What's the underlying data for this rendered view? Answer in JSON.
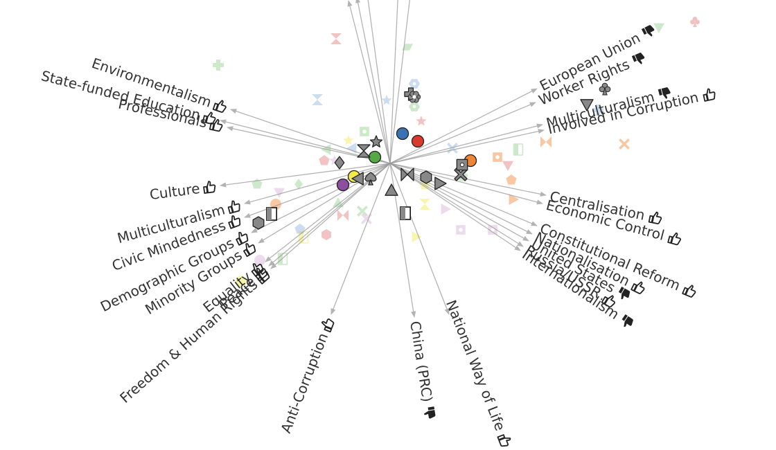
{
  "chart_data": {
    "type": "scatter",
    "title": "",
    "xlabel": "",
    "ylabel": "",
    "vectors": [
      {
        "label": "Environmentalism",
        "sentiment": "positive",
        "x": -2.3,
        "y": 0.78
      },
      {
        "label": "State-funded Education",
        "sentiment": "positive",
        "x": -2.45,
        "y": 0.62
      },
      {
        "label": "Professionals",
        "sentiment": "positive",
        "x": -2.35,
        "y": 0.52
      },
      {
        "label": "Culture",
        "sentiment": "positive",
        "x": -2.45,
        "y": -0.32
      },
      {
        "label": "Multiculturalism",
        "sentiment": "positive",
        "x": -2.1,
        "y": -0.58
      },
      {
        "label": "Civic Mindedness",
        "sentiment": "positive",
        "x": -2.1,
        "y": -0.78
      },
      {
        "label": "Demographic Groups",
        "sentiment": "positive",
        "x": -2.0,
        "y": -1.0
      },
      {
        "label": "Minority Groups",
        "sentiment": "positive",
        "x": -1.9,
        "y": -1.15
      },
      {
        "label": "Equality",
        "sentiment": "positive",
        "x": -1.8,
        "y": -1.42
      },
      {
        "label": "Peace",
        "sentiment": "positive",
        "x": -1.75,
        "y": -1.48
      },
      {
        "label": "Freedom & Human Rights",
        "sentiment": "positive",
        "x": -1.72,
        "y": -1.52
      },
      {
        "label": "Anti-Corruption",
        "sentiment": "positive",
        "x": -0.85,
        "y": -2.18
      },
      {
        "label": "China (PRC)",
        "sentiment": "negative",
        "x": 0.35,
        "y": -2.22
      },
      {
        "label": "National Way of Life",
        "sentiment": "positive",
        "x": 0.85,
        "y": -2.18
      },
      {
        "label": "European Union",
        "sentiment": "negative",
        "x": 2.12,
        "y": 1.08
      },
      {
        "label": "Worker Rights",
        "sentiment": "negative",
        "x": 2.1,
        "y": 0.88
      },
      {
        "label": "Multiculturalism",
        "sentiment": "negative",
        "x": 2.2,
        "y": 0.56
      },
      {
        "label": "Involved in Corruption",
        "sentiment": "positive",
        "x": 2.22,
        "y": 0.48
      },
      {
        "label": "Centralisation",
        "sentiment": "positive",
        "x": 2.25,
        "y": -0.46
      },
      {
        "label": "Economic Control",
        "sentiment": "positive",
        "x": 2.2,
        "y": -0.58
      },
      {
        "label": "Constitutional Reform",
        "sentiment": "positive",
        "x": 2.12,
        "y": -0.9
      },
      {
        "label": "Nationalisation",
        "sentiment": "positive",
        "x": 2.05,
        "y": -1.02
      },
      {
        "label": "United States",
        "sentiment": "negative",
        "x": 2.0,
        "y": -1.12
      },
      {
        "label": "Russia/USSR",
        "sentiment": "positive",
        "x": 1.92,
        "y": -1.2
      },
      {
        "label": "Internationalism",
        "sentiment": "negative",
        "x": 1.88,
        "y": -1.26
      },
      {
        "label": "",
        "sentiment": "",
        "x": -0.6,
        "y": 2.35
      },
      {
        "label": "",
        "sentiment": "",
        "x": -0.48,
        "y": 2.4
      },
      {
        "label": "",
        "sentiment": "",
        "x": -0.33,
        "y": 2.45
      },
      {
        "label": "",
        "sentiment": "",
        "x": 0.12,
        "y": 2.55
      },
      {
        "label": "",
        "sentiment": "",
        "x": 0.3,
        "y": 2.5
      }
    ],
    "highlighted_points": [
      {
        "marker": "circle",
        "color": "#3a73b5",
        "x": 0.18,
        "y": 0.43
      },
      {
        "marker": "circle",
        "color": "#d93a2b",
        "x": 0.4,
        "y": 0.32
      },
      {
        "marker": "circle",
        "color": "#55a845",
        "x": -0.22,
        "y": 0.09
      },
      {
        "marker": "circle",
        "color": "#f2e94d",
        "x": -0.52,
        "y": -0.19
      },
      {
        "marker": "circle",
        "color": "#8d4fa0",
        "x": -0.68,
        "y": -0.31
      },
      {
        "marker": "circle",
        "color": "#ef8535",
        "x": 1.16,
        "y": 0.04
      },
      {
        "marker": "star",
        "color": "#888888",
        "x": -0.2,
        "y": 0.31
      },
      {
        "marker": "hourglass",
        "color": "#888888",
        "x": -0.38,
        "y": 0.18
      },
      {
        "marker": "diamond",
        "color": "#888888",
        "x": -0.73,
        "y": 0.01
      },
      {
        "marker": "spade",
        "color": "#888888",
        "x": -0.28,
        "y": -0.22
      },
      {
        "marker": "triangle-left",
        "color": "#888888",
        "x": -0.46,
        "y": -0.22
      },
      {
        "marker": "triangle-up",
        "color": "#888888",
        "x": 0.02,
        "y": -0.39
      },
      {
        "marker": "bowtie",
        "color": "#888888",
        "x": 0.25,
        "y": -0.16
      },
      {
        "marker": "hexagon",
        "color": "#888888",
        "x": 0.52,
        "y": -0.2
      },
      {
        "marker": "triangle-right",
        "color": "#888888",
        "x": 0.72,
        "y": -0.29
      },
      {
        "marker": "x",
        "color": "#888888",
        "x": 1.02,
        "y": -0.16
      },
      {
        "marker": "square-dot",
        "color": "#888888",
        "x": 1.04,
        "y": -0.02
      },
      {
        "marker": "hexagon",
        "color": "#888888",
        "x": -1.9,
        "y": -0.86
      },
      {
        "marker": "square-half",
        "color": "#888888",
        "x": -1.71,
        "y": -0.73
      },
      {
        "marker": "square-half",
        "color": "#888888",
        "x": 0.22,
        "y": -0.72
      },
      {
        "marker": "plus",
        "color": "#888888",
        "x": 0.3,
        "y": 1.0
      },
      {
        "marker": "asterisk",
        "color": "#888888",
        "x": 0.35,
        "y": 0.96
      },
      {
        "marker": "club",
        "color": "#888888",
        "x": 3.1,
        "y": 1.08
      },
      {
        "marker": "triangle-down",
        "color": "#888888",
        "x": 2.84,
        "y": 0.85
      }
    ],
    "faded_points": [
      {
        "marker": "hourglass",
        "color": "#e07a7a",
        "x": -0.78,
        "y": 1.8
      },
      {
        "marker": "plus",
        "color": "#8fd08a",
        "x": -2.48,
        "y": 1.42
      },
      {
        "marker": "hourglass",
        "color": "#8fb3e0",
        "x": -1.05,
        "y": 0.92
      },
      {
        "marker": "parallelogram",
        "color": "#8fd08a",
        "x": 0.25,
        "y": 1.68
      },
      {
        "marker": "flower",
        "color": "#8fb3e0",
        "x": 0.35,
        "y": 1.15
      },
      {
        "marker": "asterisk",
        "color": "#8fd08a",
        "x": 0.35,
        "y": 0.82
      },
      {
        "marker": "star",
        "color": "#e07a7a",
        "x": 0.45,
        "y": 0.61
      },
      {
        "marker": "star",
        "color": "#8fb3e0",
        "x": -0.05,
        "y": 0.91
      },
      {
        "marker": "star",
        "color": "#f2e94d",
        "x": -0.6,
        "y": 0.33
      },
      {
        "marker": "triangle-down",
        "color": "#8fd08a",
        "x": 3.88,
        "y": 1.96
      },
      {
        "marker": "club",
        "color": "#e07a7a",
        "x": 4.4,
        "y": 2.05
      },
      {
        "marker": "plus",
        "color": "#8fb3e0",
        "x": 3.0,
        "y": 0.77
      },
      {
        "marker": "bowtie",
        "color": "#ef8535",
        "x": 2.25,
        "y": 0.31
      },
      {
        "marker": "x",
        "color": "#ef8535",
        "x": 3.38,
        "y": 0.28
      },
      {
        "marker": "square-dot",
        "color": "#ef8535",
        "x": 1.55,
        "y": 0.09
      },
      {
        "marker": "square-half",
        "color": "#8fd08a",
        "x": 1.85,
        "y": 0.2
      },
      {
        "marker": "triangle-down",
        "color": "#e07a7a",
        "x": 1.7,
        "y": -0.03
      },
      {
        "marker": "pentagon",
        "color": "#ef8535",
        "x": 1.75,
        "y": -0.24
      },
      {
        "marker": "triangle-right",
        "color": "#ef8535",
        "x": 1.78,
        "y": -0.52
      },
      {
        "marker": "square-dot",
        "color": "#d4b0d8",
        "x": 1.48,
        "y": -0.96
      },
      {
        "marker": "square-dot",
        "color": "#d4b0d8",
        "x": 1.02,
        "y": -0.96
      },
      {
        "marker": "x",
        "color": "#8fb3e0",
        "x": 0.9,
        "y": 0.22
      },
      {
        "marker": "pentagon",
        "color": "#8fd08a",
        "x": 1.05,
        "y": -0.19
      },
      {
        "marker": "triangle-right",
        "color": "#d4b0d8",
        "x": 0.8,
        "y": -0.66
      },
      {
        "marker": "hourglass",
        "color": "#f2e94d",
        "x": 0.5,
        "y": -0.59
      },
      {
        "marker": "triangle-right",
        "color": "#f2e94d",
        "x": 0.38,
        "y": -1.06
      },
      {
        "marker": "pentagon",
        "color": "#f2e94d",
        "x": 0.5,
        "y": -0.31
      },
      {
        "marker": "pentagon",
        "color": "#e07a7a",
        "x": -0.95,
        "y": 0.04
      },
      {
        "marker": "triangle-left",
        "color": "#8fd08a",
        "x": -0.92,
        "y": 0.2
      },
      {
        "marker": "star",
        "color": "#d4b0d8",
        "x": -0.8,
        "y": 0.04
      },
      {
        "marker": "square-dot",
        "color": "#8fd08a",
        "x": -0.37,
        "y": 0.46
      },
      {
        "marker": "triangle-left",
        "color": "#8fb3e0",
        "x": -0.55,
        "y": 0.22
      },
      {
        "marker": "diamond",
        "color": "#8fd08a",
        "x": -1.32,
        "y": -0.3
      },
      {
        "marker": "pentagon",
        "color": "#8fd08a",
        "x": -1.92,
        "y": -0.3
      },
      {
        "marker": "triangle-down",
        "color": "#d4b0d8",
        "x": -1.6,
        "y": -0.42
      },
      {
        "marker": "triangle-up",
        "color": "#8fd08a",
        "x": -0.75,
        "y": -0.57
      },
      {
        "marker": "bowtie",
        "color": "#e07a7a",
        "x": -0.68,
        "y": -0.75
      },
      {
        "marker": "x",
        "color": "#8fd08a",
        "x": -0.4,
        "y": -0.69
      },
      {
        "marker": "x",
        "color": "#d4b0d8",
        "x": -0.34,
        "y": -0.8
      },
      {
        "marker": "hexagon",
        "color": "#e07a7a",
        "x": -0.92,
        "y": -1.03
      },
      {
        "marker": "square-half",
        "color": "#f2e94d",
        "x": -1.25,
        "y": -1.07
      },
      {
        "marker": "pentagon",
        "color": "#8fb3e0",
        "x": -1.3,
        "y": -0.95
      },
      {
        "marker": "square-half",
        "color": "#8fd08a",
        "x": -1.55,
        "y": -1.38
      },
      {
        "marker": "circle",
        "color": "#d4b0d8",
        "x": -1.88,
        "y": -1.4
      },
      {
        "marker": "circle",
        "color": "#f2e94d",
        "x": -2.15,
        "y": -1.7
      },
      {
        "marker": "circle",
        "color": "#ef8535",
        "x": -1.65,
        "y": -0.59
      }
    ],
    "legend": []
  }
}
